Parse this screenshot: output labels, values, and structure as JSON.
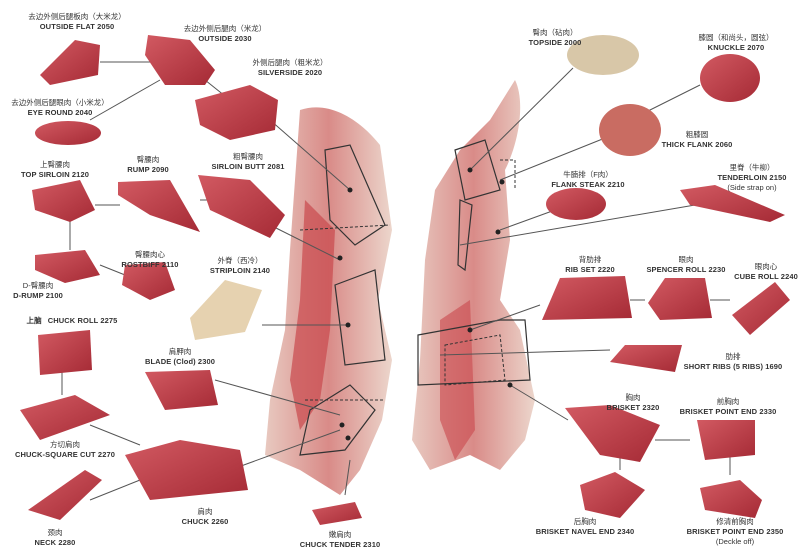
{
  "cuts": [
    {
      "id": "outside-flat",
      "zh": "去边外侧后腿板肉（大米龙）",
      "en": "OUTSIDE FLAT 2050"
    },
    {
      "id": "outside",
      "zh": "去边外侧后腿肉（米龙）",
      "en": "OUTSIDE 2030"
    },
    {
      "id": "silverside",
      "zh": "外侧后腿肉（粗米龙）",
      "en": "SILVERSIDE 2020"
    },
    {
      "id": "eye-round",
      "zh": "去边外侧后腿眼肉（小米龙）",
      "en": "EYE ROUND 2040"
    },
    {
      "id": "top-sirloin",
      "zh": "上臀腰肉",
      "en": "TOP SIRLOIN 2120"
    },
    {
      "id": "rump",
      "zh": "臀腰肉",
      "en": "RUMP 2090"
    },
    {
      "id": "sirloin-butt",
      "zh": "粗臀腰肉",
      "en": "SIRLOIN BUTT 2081"
    },
    {
      "id": "rostbiff",
      "zh": "臀腰肉心",
      "en": "ROSTBIFF 2110"
    },
    {
      "id": "d-rump",
      "zh": "D-臀腰肉",
      "en": "D-RUMP 2100"
    },
    {
      "id": "striploin",
      "zh": "外脊（西冷）",
      "en": "STRIPLOIN 2140"
    },
    {
      "id": "chuck-roll",
      "zh": "上脑",
      "en": "CHUCK ROLL 2275"
    },
    {
      "id": "blade",
      "zh": "肩胛肉",
      "en": "BLADE (Clod) 2300"
    },
    {
      "id": "chuck-square-cut",
      "zh": "方切肩肉",
      "en": "CHUCK-SQUARE CUT 2270"
    },
    {
      "id": "neck",
      "zh": "颈肉",
      "en": "NECK 2280"
    },
    {
      "id": "chuck",
      "zh": "肩肉",
      "en": "CHUCK 2260"
    },
    {
      "id": "chuck-tender",
      "zh": "嫩肩肉",
      "en": "CHUCK TENDER 2310"
    },
    {
      "id": "topside",
      "zh": "臀肉（砧肉）",
      "en": "TOPSIDE 2000"
    },
    {
      "id": "knuckle",
      "zh": "膝圆（和尚头，圆弦）",
      "en": "KNUCKLE 2070"
    },
    {
      "id": "thick-flank",
      "zh": "粗膝圆",
      "en": "THICK FLANK 2060"
    },
    {
      "id": "flank-steak",
      "zh": "牛腩排（F肉）",
      "en": "FLANK STEAK 2210"
    },
    {
      "id": "tenderloin",
      "zh": "里脊（牛柳）",
      "en": "TENDERLOIN 2150",
      "note": "(Side strap on)"
    },
    {
      "id": "rib-set",
      "zh": "背肋排",
      "en": "RIB SET 2220"
    },
    {
      "id": "spencer-roll",
      "zh": "眼肉",
      "en": "SPENCER ROLL 2230"
    },
    {
      "id": "cube-roll",
      "zh": "眼肉心",
      "en": "CUBE ROLL 2240"
    },
    {
      "id": "short-ribs",
      "zh": "肋排",
      "en": "SHORT RIBS (5 RIBS) 1690"
    },
    {
      "id": "brisket",
      "zh": "胸肉",
      "en": "BRISKET 2320"
    },
    {
      "id": "brisket-point-end",
      "zh": "前胸肉",
      "en": "BRISKET POINT END 2330"
    },
    {
      "id": "brisket-navel-end",
      "zh": "后胸肉",
      "en": "BRISKET NAVEL END 2340"
    },
    {
      "id": "brisket-point-end-deckle",
      "zh": "修清前胸肉",
      "en": "BRISKET POINT END 2350",
      "note": "(Deckle off)"
    }
  ],
  "colors": {
    "meat": "#b8323c",
    "meat_light": "#d56a70",
    "fat": "#ecdcc8",
    "line": "#444444",
    "label": "#333333"
  }
}
